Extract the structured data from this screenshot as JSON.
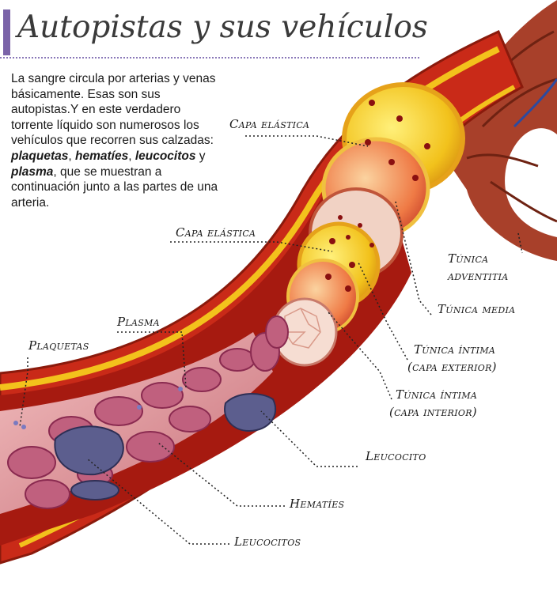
{
  "title": "Autopistas y sus vehículos",
  "intro": {
    "text1": "La sangre circula por arterias y venas básicamente. Esas son sus autopistas.Y en este verdadero torrente líquido son numerosos los vehículos que recorren sus calzadas: ",
    "plaquetas": "plaquetas",
    "sep1": ", ",
    "hematies": "hematíes",
    "sep2": ", ",
    "leucocitos": "leucocitos",
    "sep3": " y ",
    "plasma": "plasma",
    "text2": ", que se muestran a continuación junto a las partes de una arteria."
  },
  "labels": {
    "capa_elastica_1": "Capa elástica",
    "capa_elastica_2": "Capa elástica",
    "tunica_adventitia_1": "Túnica",
    "tunica_adventitia_2": "adventitia",
    "tunica_media": "Túnica media",
    "tunica_intima_ext_1": "Túnica íntima",
    "tunica_intima_ext_2": "(capa exterior)",
    "tunica_intima_int_1": "Túnica íntima",
    "tunica_intima_int_2": "(capa interior)",
    "plasma": "Plasma",
    "plaquetas": "Plaquetas",
    "leucocito": "Leucocito",
    "hematies": "Hematíes",
    "leucocitos": "Leucocitos"
  },
  "colors": {
    "accent": "#7a63a8",
    "adventitia": "#a8402a",
    "vessel_red": "#d0281a",
    "elastic_yellow": "#f2c21c",
    "blood_cell": "#c0607e",
    "leukocyte": "#5c5e8e"
  }
}
